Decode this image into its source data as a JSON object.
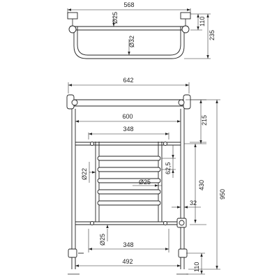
{
  "top_view": {
    "overall_width": "568",
    "pipe_diameter_small": "Ø25",
    "pipe_diameter_large": "Ø32",
    "bracket_depth": "110",
    "overall_depth": "235"
  },
  "front_view": {
    "overall_width": "642",
    "frame_width": "600",
    "basket_width_top": "348",
    "rail_top_height": "215",
    "rail_pitch": "62,5",
    "pipe_diameter_left": "Ø22",
    "pipe_diameter_center": "Ø25",
    "ladder_height": "430",
    "overall_height": "950",
    "offset": "32",
    "pipe_diameter_bottom": "Ø25",
    "basket_width_bottom": "348",
    "leg_spacing": "492",
    "foot_height": "110"
  }
}
